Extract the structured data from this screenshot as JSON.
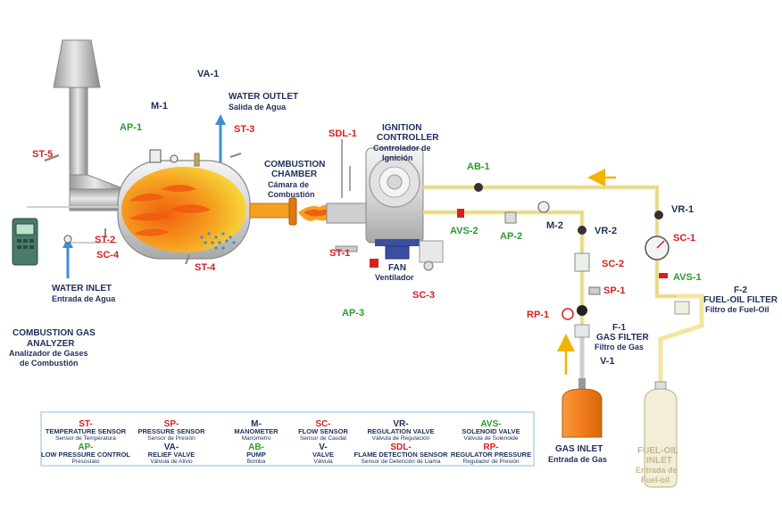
{
  "components": {
    "va1": "VA-1",
    "m1": "M-1",
    "ap1": "AP-1",
    "st5": "ST-5",
    "st3": "ST-3",
    "water_outlet": "WATER OUTLET",
    "water_outlet_es": "Salida de Agua",
    "comb_chamber_1": "COMBUSTION",
    "comb_chamber_2": "CHAMBER",
    "comb_chamber_es_1": "Cámara de",
    "comb_chamber_es_2": "Combustión",
    "sdl1": "SDL-1",
    "ignition_1": "IGNITION",
    "ignition_2": "CONTROLLER",
    "ignition_es_1": "Controlador de",
    "ignition_es_2": "Ignición",
    "ab1": "AB-1",
    "st2": "ST-2",
    "sc4": "SC-4",
    "st4": "ST-4",
    "water_inlet": "WATER INLET",
    "water_inlet_es": "Entrada de Agua",
    "analyzer_1": "COMBUSTION GAS",
    "analyzer_2": "ANALYZER",
    "analyzer_es_1": "Analizador de Gases",
    "analyzer_es_2": "de Combustión",
    "st1": "ST-1",
    "fan": "FAN",
    "fan_es": "Ventilador",
    "sc3": "SC-3",
    "ap3": "AP-3",
    "avs2": "AVS-2",
    "ap2": "AP-2",
    "m2": "M-2",
    "vr2": "VR-2",
    "sc2": "SC-2",
    "sp1": "SP-1",
    "rp1": "RP-1",
    "f1": "F-1",
    "gas_filter": "GAS FILTER",
    "gas_filter_es": "Filtro de Gas",
    "v1": "V-1",
    "gas_inlet": "GAS INLET",
    "gas_inlet_es": "Entrada de Gas",
    "vr1": "VR-1",
    "sc1": "SC-1",
    "avs1": "AVS-1",
    "f2": "F-2",
    "fuel_filter": "FUEL-OIL FILTER",
    "fuel_filter_es": "Filtro de Fuel-Oil",
    "fuel_inlet_1": "FUEL-OIL",
    "fuel_inlet_2": "INLET",
    "fuel_inlet_es_1": "Entrada de",
    "fuel_inlet_es_2": "Fuel-oil"
  },
  "legend": [
    {
      "code": "ST-",
      "color": "#d62020",
      "title": "TEMPERATURE SENSOR",
      "desc": "Sensor de Temperatura"
    },
    {
      "code": "SP-",
      "color": "#d62020",
      "title": "PRESSURE SENSOR",
      "desc": "Sensor de Presión"
    },
    {
      "code": "M-",
      "color": "#1f2f5c",
      "title": "MANOMETER",
      "desc": "Manómetro"
    },
    {
      "code": "SC-",
      "color": "#d62020",
      "title": "FLOW SENSOR",
      "desc": "Sensor de Caudal"
    },
    {
      "code": "VR-",
      "color": "#1f2f5c",
      "title": "REGULATION VALVE",
      "desc": "Válvula de Regulación"
    },
    {
      "code": "AVS-",
      "color": "#2e9a2e",
      "title": "SOLENOID VALVE",
      "desc": "Válvula de Solenoide"
    },
    {
      "code": "AP-",
      "color": "#2e9a2e",
      "title": "LOW PRESSURE CONTROL",
      "desc": "Presostato"
    },
    {
      "code": "VA-",
      "color": "#1f2f5c",
      "title": "RELIEF VALVE",
      "desc": "Válvula de Alivio"
    },
    {
      "code": "AB-",
      "color": "#2e9a2e",
      "title": "PUMP",
      "desc": "Bomba"
    },
    {
      "code": "V-",
      "color": "#1f2f5c",
      "title": "VALVE",
      "desc": "Válvula"
    },
    {
      "code": "SDL-",
      "color": "#d62020",
      "title": "FLAME DETECTION SENSOR",
      "desc": "Sensor de Detección de Llama"
    },
    {
      "code": "RP-",
      "color": "#d62020",
      "title": "REGULATOR PRESSURE",
      "desc": "Regulador de Presión"
    }
  ],
  "colors": {
    "label_navy": "#1f2f5c",
    "sensor_red": "#d62020",
    "control_green": "#2e9a2e",
    "flow_arrow_blue": "#3a8fd8",
    "fuel_line": "#f2e6a0",
    "gas_bottle": "#f07c1c",
    "flame": "#f5a020"
  },
  "icons": [
    "chimney",
    "boiler-tank",
    "flame",
    "blower-fan",
    "gas-bottle",
    "fuel-oil-bottle",
    "gas-analyzer-device",
    "flow-arrow"
  ]
}
